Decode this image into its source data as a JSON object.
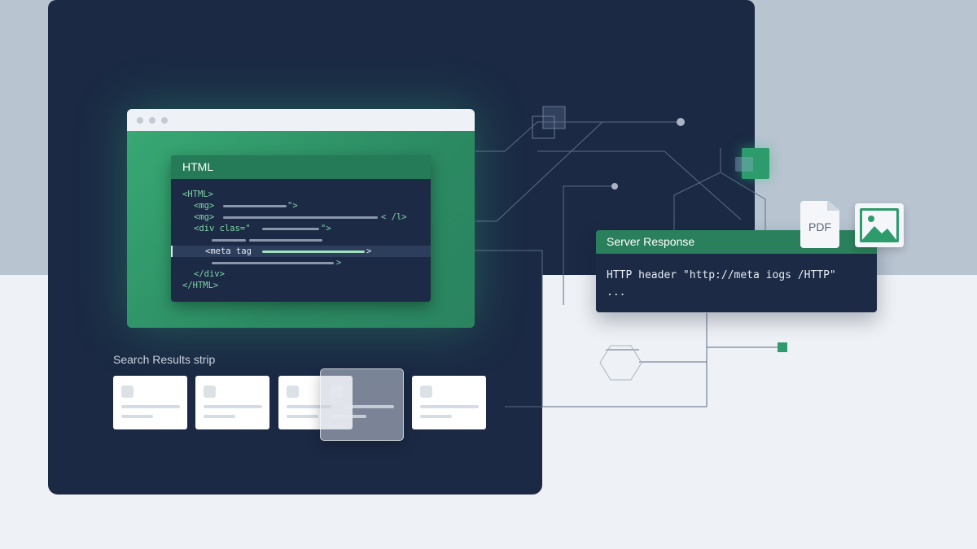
{
  "editor": {
    "title": "HTML",
    "lines": [
      {
        "text": "<HTML>",
        "indent": 0
      },
      {
        "text": "<mg>",
        "suffix": "\">",
        "indent": 1
      },
      {
        "text": "<mg>",
        "suffix": "< /l>",
        "indent": 1
      },
      {
        "text": "<div clas=\"",
        "suffix": "\">",
        "indent": 1
      },
      {
        "text": "",
        "indent": 2
      },
      {
        "text": "<meta tag",
        "suffix": ">",
        "indent": 2,
        "highlighted": true
      },
      {
        "text": "",
        "suffix": ">",
        "indent": 2
      },
      {
        "text": "</div>",
        "indent": 1
      },
      {
        "text": "</HTML>",
        "indent": 0
      }
    ]
  },
  "search": {
    "label": "Search Results strip"
  },
  "server": {
    "title": "Server Response",
    "line1": "HTTP header \"http://meta iogs /HTTP\"",
    "line2": "..."
  },
  "files": {
    "pdf_label": "PDF",
    "pdf_icon": "pdf-file-icon",
    "image_icon": "image-file-icon"
  },
  "colors": {
    "navy": "#1b2944",
    "green": "#2e9b6c",
    "accent_green": "#38a874"
  }
}
